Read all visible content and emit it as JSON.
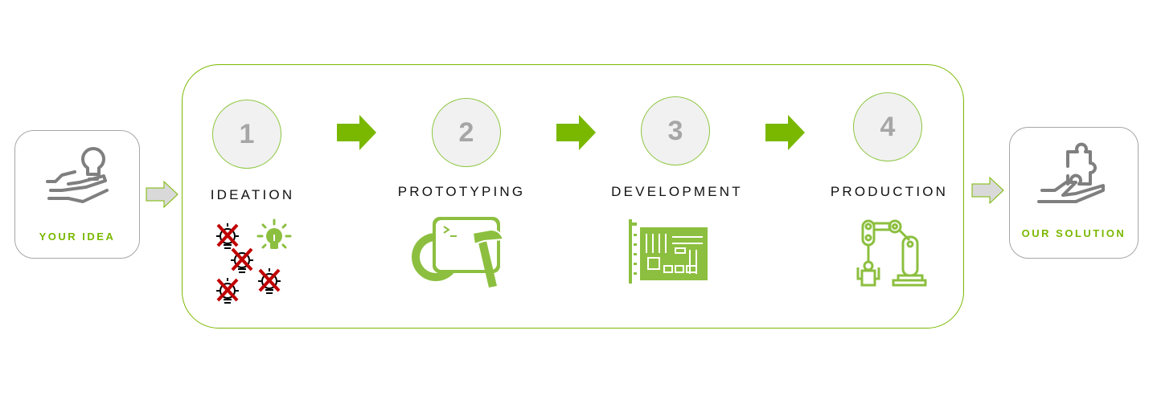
{
  "input": {
    "label": "YOUR IDEA",
    "icon": "hand-lightbulb-icon"
  },
  "steps": [
    {
      "number": "1",
      "label": "IDEATION",
      "icon": "lightbulbs-crossed-icon"
    },
    {
      "number": "2",
      "label": "PROTOTYPING",
      "icon": "gear-hammer-window-icon"
    },
    {
      "number": "3",
      "label": "DEVELOPMENT",
      "icon": "circuit-board-icon"
    },
    {
      "number": "4",
      "label": "PRODUCTION",
      "icon": "robot-arm-icon"
    }
  ],
  "output": {
    "label": "OUR SOLUTION",
    "icon": "hand-puzzle-icon"
  },
  "colors": {
    "accent": "#7ab800",
    "icon_green": "#8cbf3f",
    "gray": "#7f7f7f",
    "cross": "#c00000"
  }
}
